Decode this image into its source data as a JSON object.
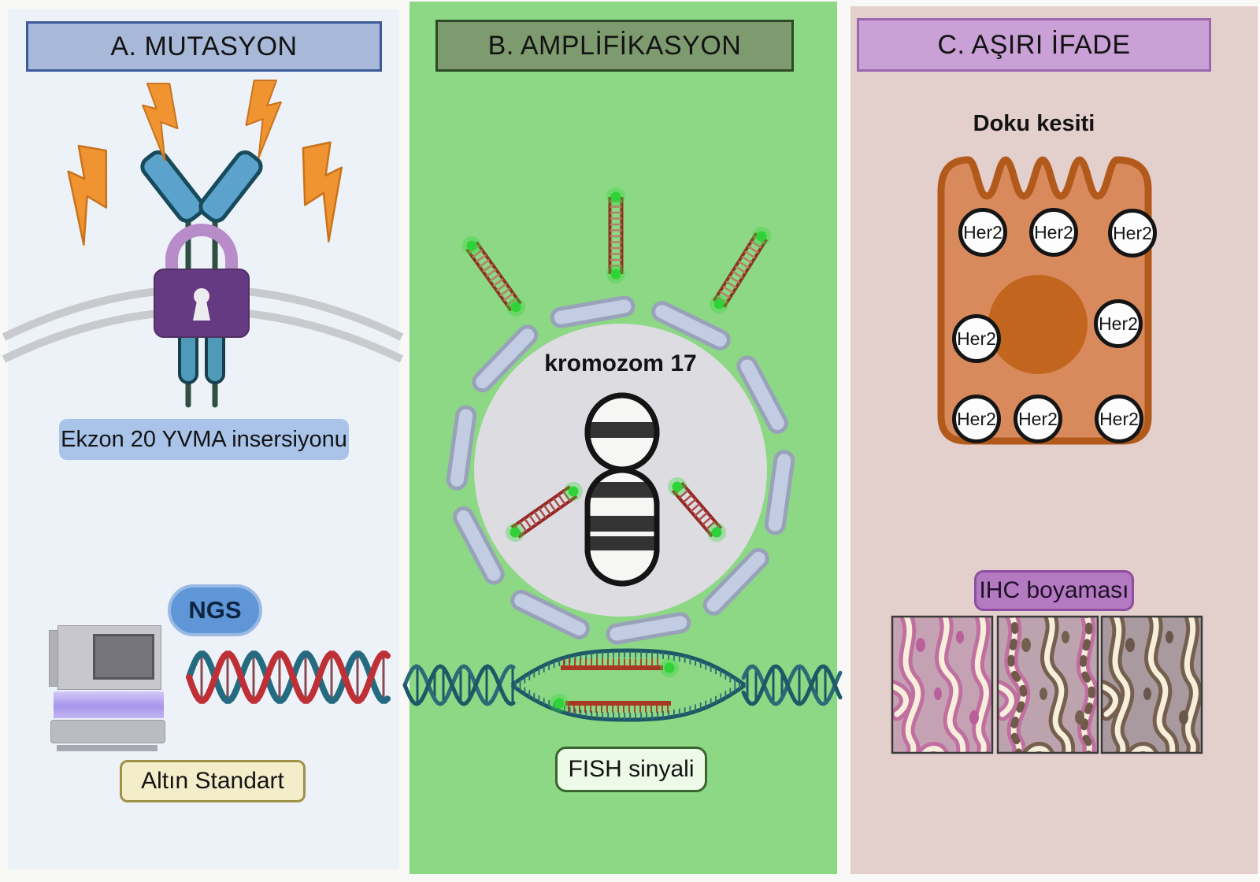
{
  "figure": {
    "panel_a": {
      "header": "A. MUTASYON",
      "mutation_label": "Ekzon 20 YVMA insersiyonu",
      "ngs_badge": "NGS",
      "gold_standard_label": "Altın Standart"
    },
    "panel_b": {
      "header": "B. AMPLİFİKASYON",
      "chromosome_label": "kromozom 17",
      "fish_label": "FISH sinyali"
    },
    "panel_c": {
      "header": "C. AŞIRI İFADE",
      "tissue_label": "Doku kesiti",
      "her2": "Her2",
      "her2_count": 8,
      "ihc_label": "IHC boyaması"
    }
  },
  "icons": {
    "lightning-bolt-icon": "orange zigzag bolt (activation signals)",
    "receptor-lock-icon": "HER2 receptor blocked by purple padlock",
    "membrane-icon": "gray double cell membrane arc",
    "sequencer-icon": "gray NGS sequencing machine with purple light band",
    "dna-helix-icon": "red and teal double helix",
    "nucleus-icon": "gray nucleus with blue envelope segments",
    "chromosome-17-icon": "banded chromosome ideogram",
    "fish-probe-icon": "red ladder probe with green fluorescent dots",
    "fish-bubble-icon": "opened DNA bubble with hybridized probes",
    "tissue-cell-icon": "orange epithelial cell with Her2 receptors",
    "ihc-stain-icon": "membrane-stained IHC micrograph tiles"
  },
  "colors": {
    "panel_a_bg": "#edf1f8",
    "panel_b_bg": "#8cd884",
    "panel_c_bg": "#e3cfcc",
    "header_a": "#a7b8d8",
    "header_b": "#7d9b6e",
    "header_c": "#c9a1d6",
    "bolt_orange": "#ef9430",
    "lock_purple": "#663a82",
    "receptor_blue": "#5ba3cc",
    "fluor_green": "#35d93a",
    "probe_red": "#952622",
    "cell_orange": "#d98a5c",
    "nucleus_orange": "#c2661f",
    "stain_pink": "#c06fa0",
    "stain_brown": "#75604f"
  }
}
